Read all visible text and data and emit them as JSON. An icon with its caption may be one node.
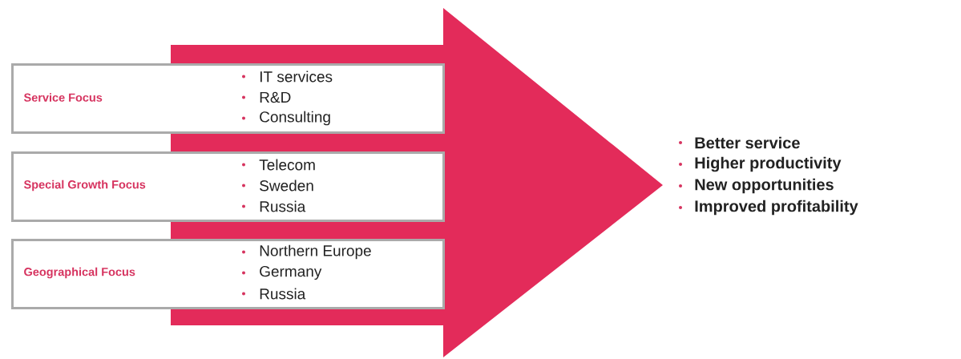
{
  "diagram": {
    "nodes": [
      {
        "text": [
          "Service Focus",
          "IT services",
          "R&D",
          "Consulting"
        ]
      },
      {
        "text": [
          "Special Growth Focus",
          "Telecom",
          "Sweden",
          "Russia"
        ]
      },
      {
        "text": [
          "Geographical Focus",
          "Northern Europe",
          "Germany",
          "Russia"
        ]
      }
    ],
    "labels": [
      "Better service",
      "Higher productivity",
      "New opportunities",
      "Improved profitability"
    ]
  }
}
